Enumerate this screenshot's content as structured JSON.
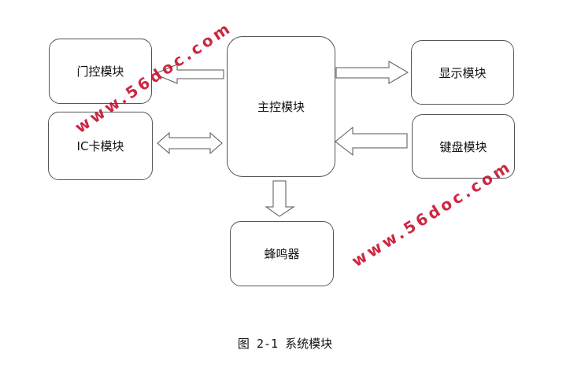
{
  "modules": {
    "door": "门控模块",
    "ic": "IC卡模块",
    "main": "主控模块",
    "display": "显示模块",
    "keyboard": "键盘模块",
    "buzzer": "蜂鸣器"
  },
  "caption": "图 2-1 系统模块",
  "watermark": "www.56doc.com",
  "colors": {
    "stroke": "#555555",
    "watermark": "#c8102e"
  }
}
